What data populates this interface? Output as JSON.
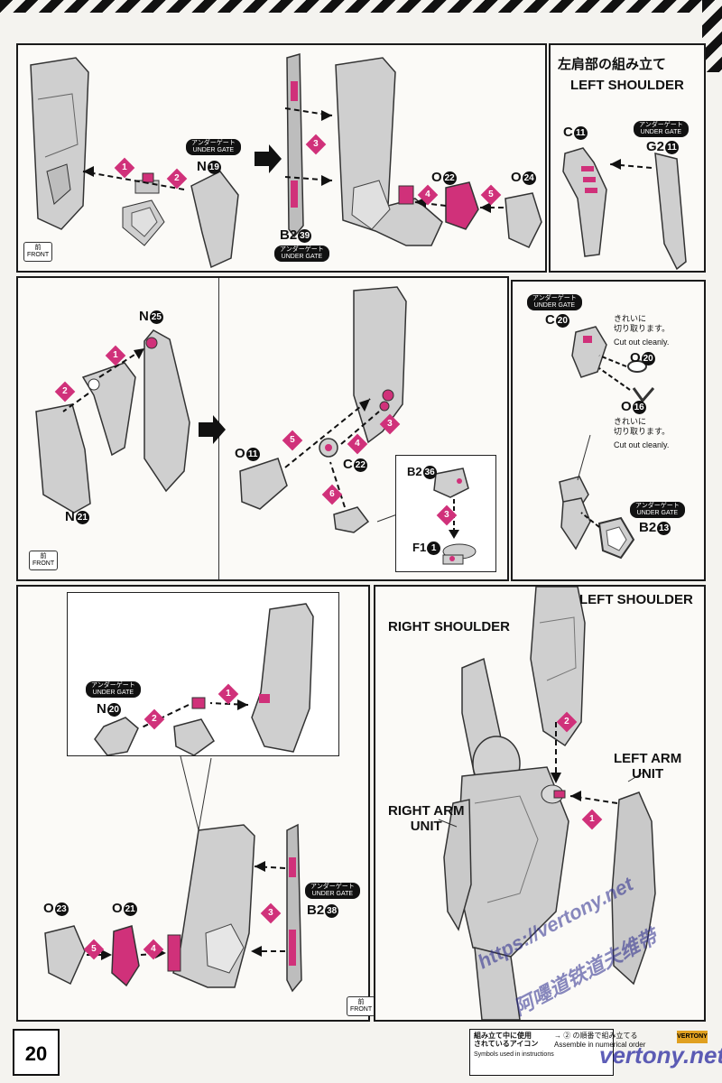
{
  "page": {
    "number": "20"
  },
  "panel_top": {
    "gate_label_1": "アンダーゲート\nUNDER GATE",
    "part_n19": "N",
    "part_n19_num": "19",
    "part_b2": "B2",
    "part_b2_num": "39",
    "part_o22": "O",
    "part_o22_num": "22",
    "part_o24": "O",
    "part_o24_num": "24",
    "steps": [
      "1",
      "2",
      "3",
      "4",
      "5"
    ],
    "front": "前\nFRONT"
  },
  "panel_left_shoulder": {
    "title_jp": "左肩部の組み立て",
    "title_en": "LEFT SHOULDER",
    "part_c": "C",
    "part_c_num": "11",
    "part_g2": "G2",
    "part_g2_num": "11",
    "gate_label": "アンダーゲート\nUNDER GATE"
  },
  "panel_mid": {
    "part_n25": "N",
    "part_n25_num": "25",
    "part_n21": "N",
    "part_n21_num": "21",
    "part_o11": "O",
    "part_o11_num": "11",
    "part_c22": "C",
    "part_c22_num": "22",
    "part_b2": "B2",
    "part_b2_num": "36",
    "part_f1": "F1",
    "part_f1_num": "1",
    "steps": [
      "1",
      "2",
      "3",
      "4",
      "5",
      "6",
      "3"
    ],
    "front": "前\nFRONT"
  },
  "panel_mid_right": {
    "gate_label": "アンダーゲート\nUNDER GATE",
    "part_c20": "C",
    "part_c20_num": "20",
    "part_o20": "O",
    "part_o20_num": "20",
    "part_o16": "O",
    "part_o16_num": "16",
    "part_b2": "B2",
    "part_b2_num": "13",
    "note_1_jp": "きれいに\n切り取ります。",
    "note_1_en": "Cut out cleanly.",
    "note_2_jp": "きれいに\n切り取ります。",
    "note_2_en": "Cut out cleanly.",
    "gate_label_2": "アンダーゲート\nUNDER GATE"
  },
  "panel_bottom_left": {
    "gate_label": "アンダーゲート\nUNDER GATE",
    "part_n20": "N",
    "part_n20_num": "20",
    "part_b2": "B2",
    "part_b2_num": "38",
    "gate_label_2": "アンダーゲート\nUNDER GATE",
    "part_o23": "O",
    "part_o23_num": "23",
    "part_o21": "O",
    "part_o21_num": "21",
    "steps": [
      "1",
      "2",
      "3",
      "4",
      "5"
    ],
    "front": "前\nFRONT"
  },
  "panel_bottom_right": {
    "left_shoulder": "LEFT SHOULDER",
    "right_shoulder": "RIGHT SHOULDER",
    "left_arm_unit": "LEFT ARM\nUNIT",
    "right_arm_unit": "RIGHT ARM\nUNIT",
    "steps": [
      "1",
      "2"
    ]
  },
  "footer": {
    "icons_jp": "組み立て中に使用\nされているアイコン",
    "icons_en": "Symbols used in instructions",
    "order_jp": "→ ② の順番で組み立てる",
    "order_en": "Assemble in numerical order",
    "logo": "VERTONY"
  },
  "watermark": {
    "url": "https://vertony.net",
    "site": "vertony.net",
    "cjk": "阿嚜道铁道夫维带"
  },
  "colors": {
    "accent": "#d0317a",
    "ink": "#111111",
    "part_gray": "#c9c9c9"
  }
}
